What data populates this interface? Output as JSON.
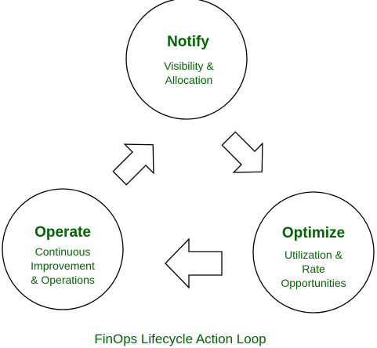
{
  "colors": {
    "text": "#006600",
    "stroke": "#000000",
    "fill": "#ffffff"
  },
  "nodes": {
    "notify": {
      "title": "Notify",
      "lines": [
        "Visibility &",
        "Allocation"
      ]
    },
    "optimize": {
      "title": "Optimize",
      "lines": [
        "Utilization &",
        "Rate",
        "Opportunities"
      ]
    },
    "operate": {
      "title": "Operate",
      "lines": [
        "Continuous",
        "Improvement",
        "& Operations"
      ]
    }
  },
  "caption": "FinOps Lifecycle Action Loop"
}
